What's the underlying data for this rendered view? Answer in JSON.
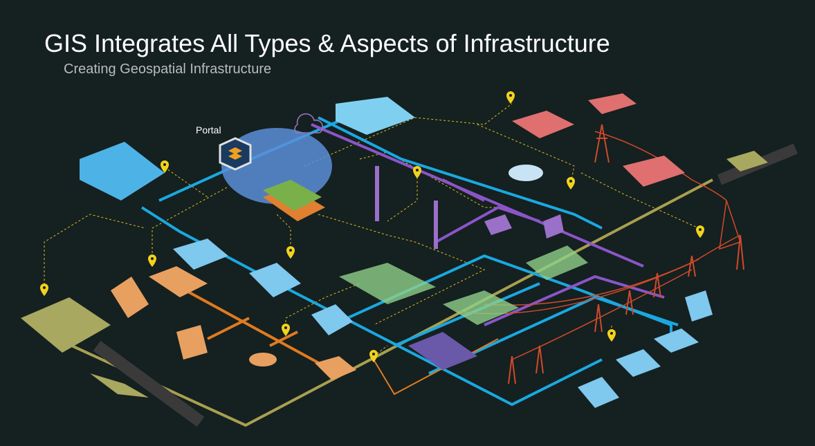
{
  "header": {
    "title": "GIS Integrates All Types & Aspects of Infrastructure",
    "subtitle": "Creating Geospatial Infrastructure"
  },
  "labels": {
    "portal": "Portal"
  },
  "colors": {
    "background": "#152020",
    "water_network": "#1aa8e0",
    "telecom_network": "#8b55c8",
    "gas_network": "#e07b20",
    "transport_road": "#a8a050",
    "data_links": "#e0c020",
    "power_lines": "#d04a2a",
    "location_pin": "#f2d21c"
  },
  "icons": [
    "location-pin-icon",
    "portal-layers-icon",
    "cloud-icon"
  ]
}
